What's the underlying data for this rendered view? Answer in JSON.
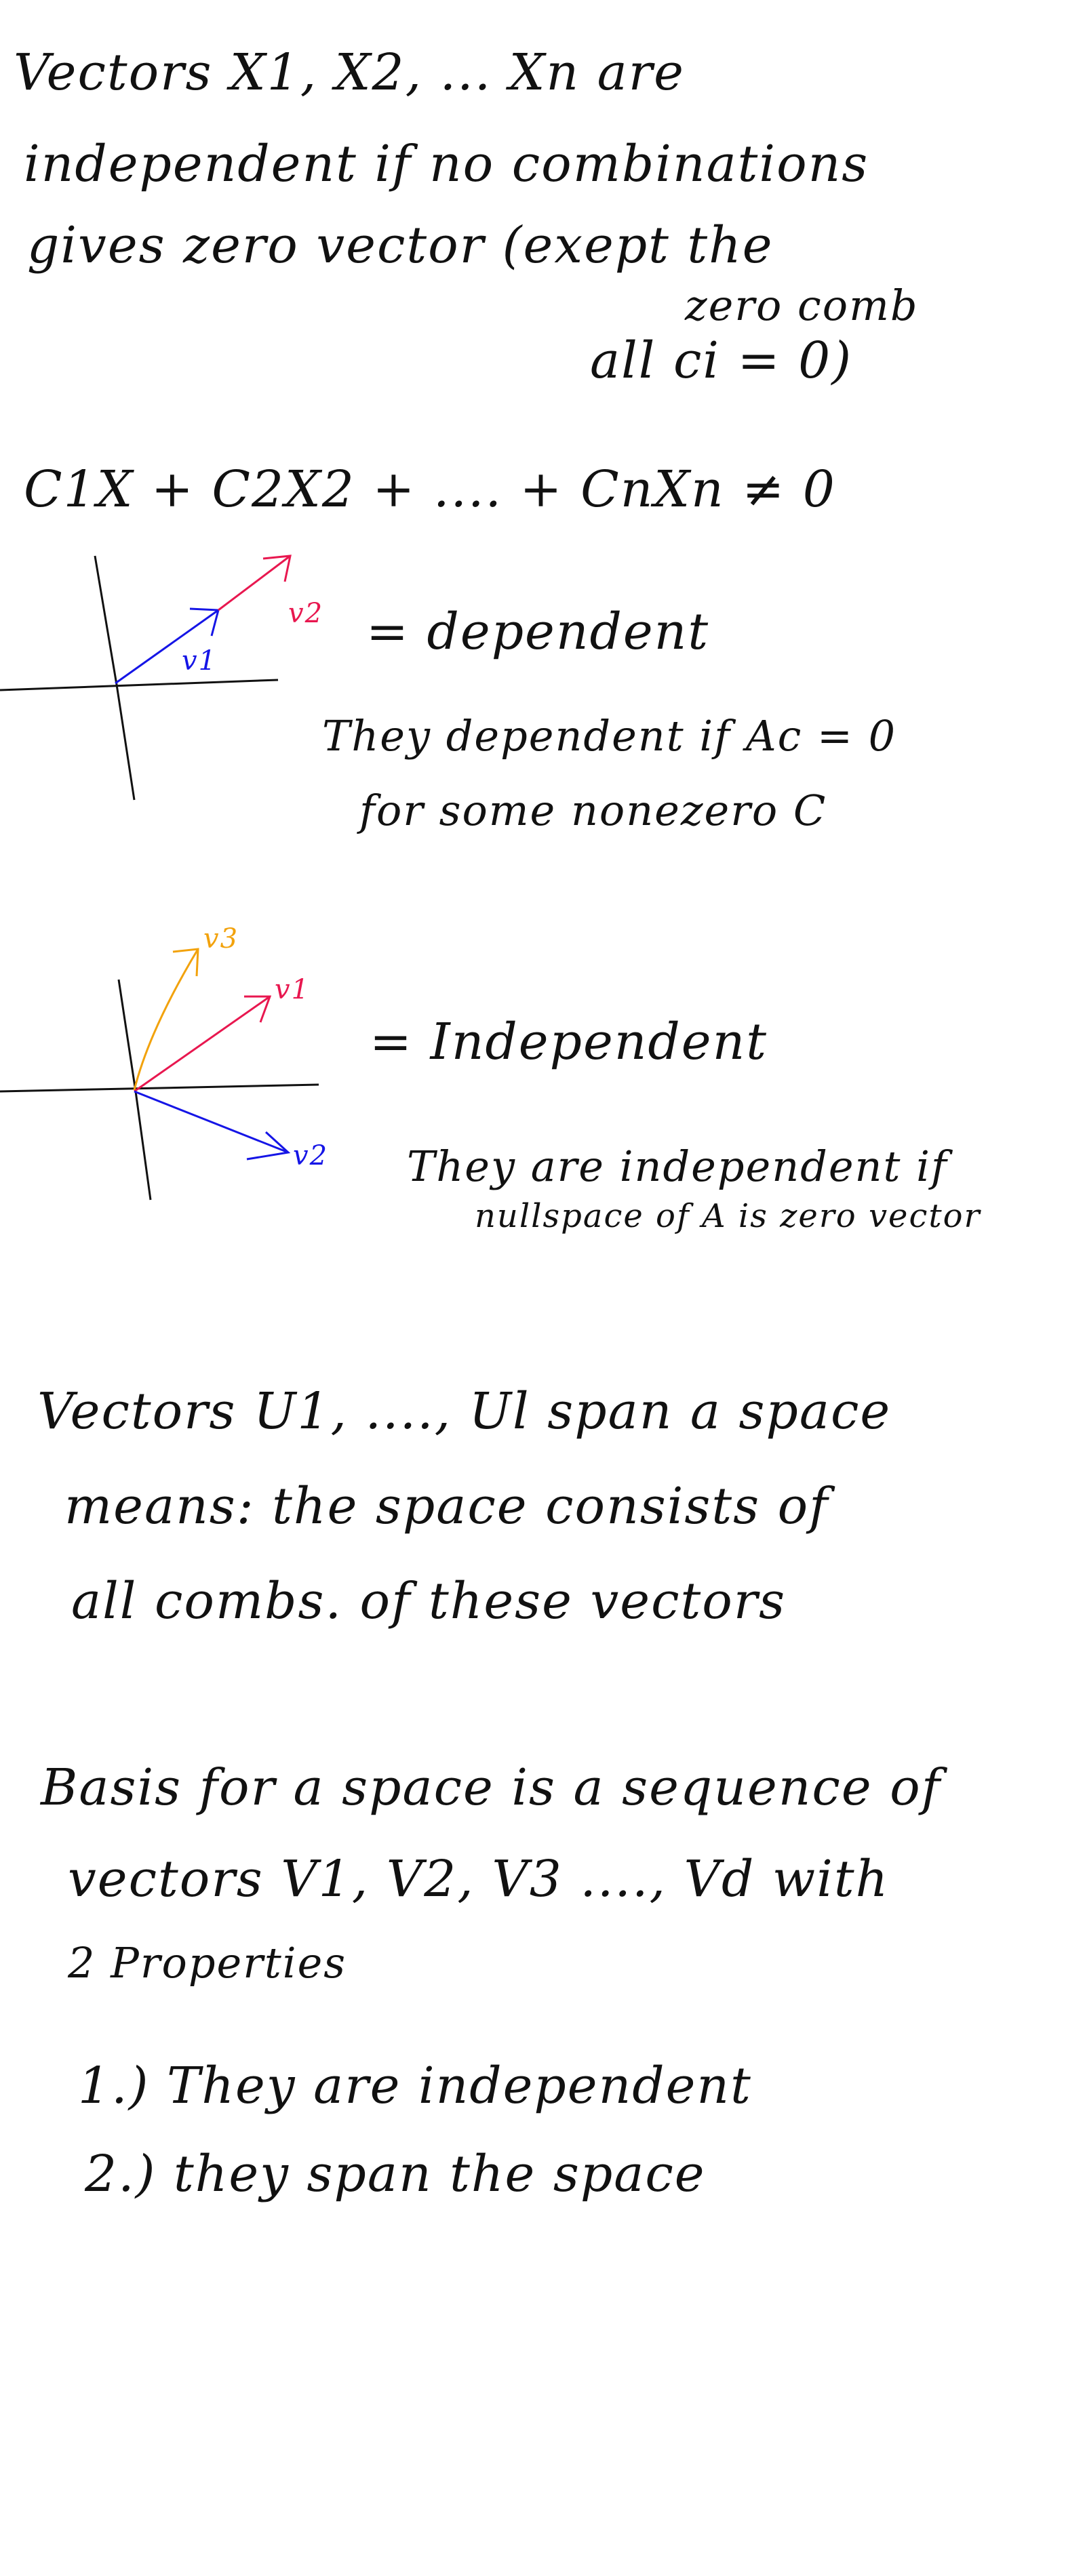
{
  "colors": {
    "ink": "#111111",
    "red_vector": "#e8174f",
    "blue_vector": "#1515e6",
    "orange_vector": "#f2a20c"
  },
  "definitions": {
    "independence": {
      "line1": "Vectors X1, X2, ... Xn are",
      "line2": "independent if no combinations",
      "line3": "gives zero vector (exept the",
      "line4": "zero comb",
      "line5": "all ci = 0)"
    },
    "equation": "C1X + C2X2 + .... + CnXn ≠ 0"
  },
  "dependent_figure": {
    "label_v1": "v1",
    "label_v2": "v2",
    "equals_text": "= dependent",
    "note_line1": "They dependent if Ac = 0",
    "note_line2": "for some nonezero C"
  },
  "independent_figure": {
    "label_v1": "v1",
    "label_v2": "v2",
    "label_v3": "v3",
    "equals_text": "= Independent",
    "note_line1": "They are independent if",
    "note_line2": "nullspace of A is zero vector"
  },
  "span": {
    "line1": "Vectors U1, ...., Ul span a space",
    "line2": "means: the space consists of",
    "line3": "all combs. of these vectors"
  },
  "basis": {
    "line1": "Basis for a space is a sequence of",
    "line2": "vectors V1, V2, V3 ...., Vd with",
    "line3": "2 Properties",
    "property1": "1.) They are independent",
    "property2": "2.) they span the space"
  }
}
